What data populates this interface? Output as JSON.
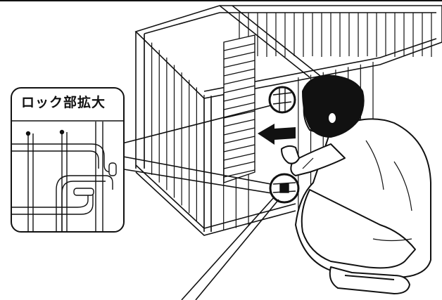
{
  "illustration": {
    "callout_label": "ロック部拡大",
    "colors": {
      "ink": "#111111",
      "paper": "#ffffff",
      "hair": "#111111"
    },
    "content": [
      "pet-cage-front-view",
      "person-crouching-unlocking-gate",
      "callout-zoom-of-lock-mechanism",
      "arrow-pointing-left"
    ]
  }
}
